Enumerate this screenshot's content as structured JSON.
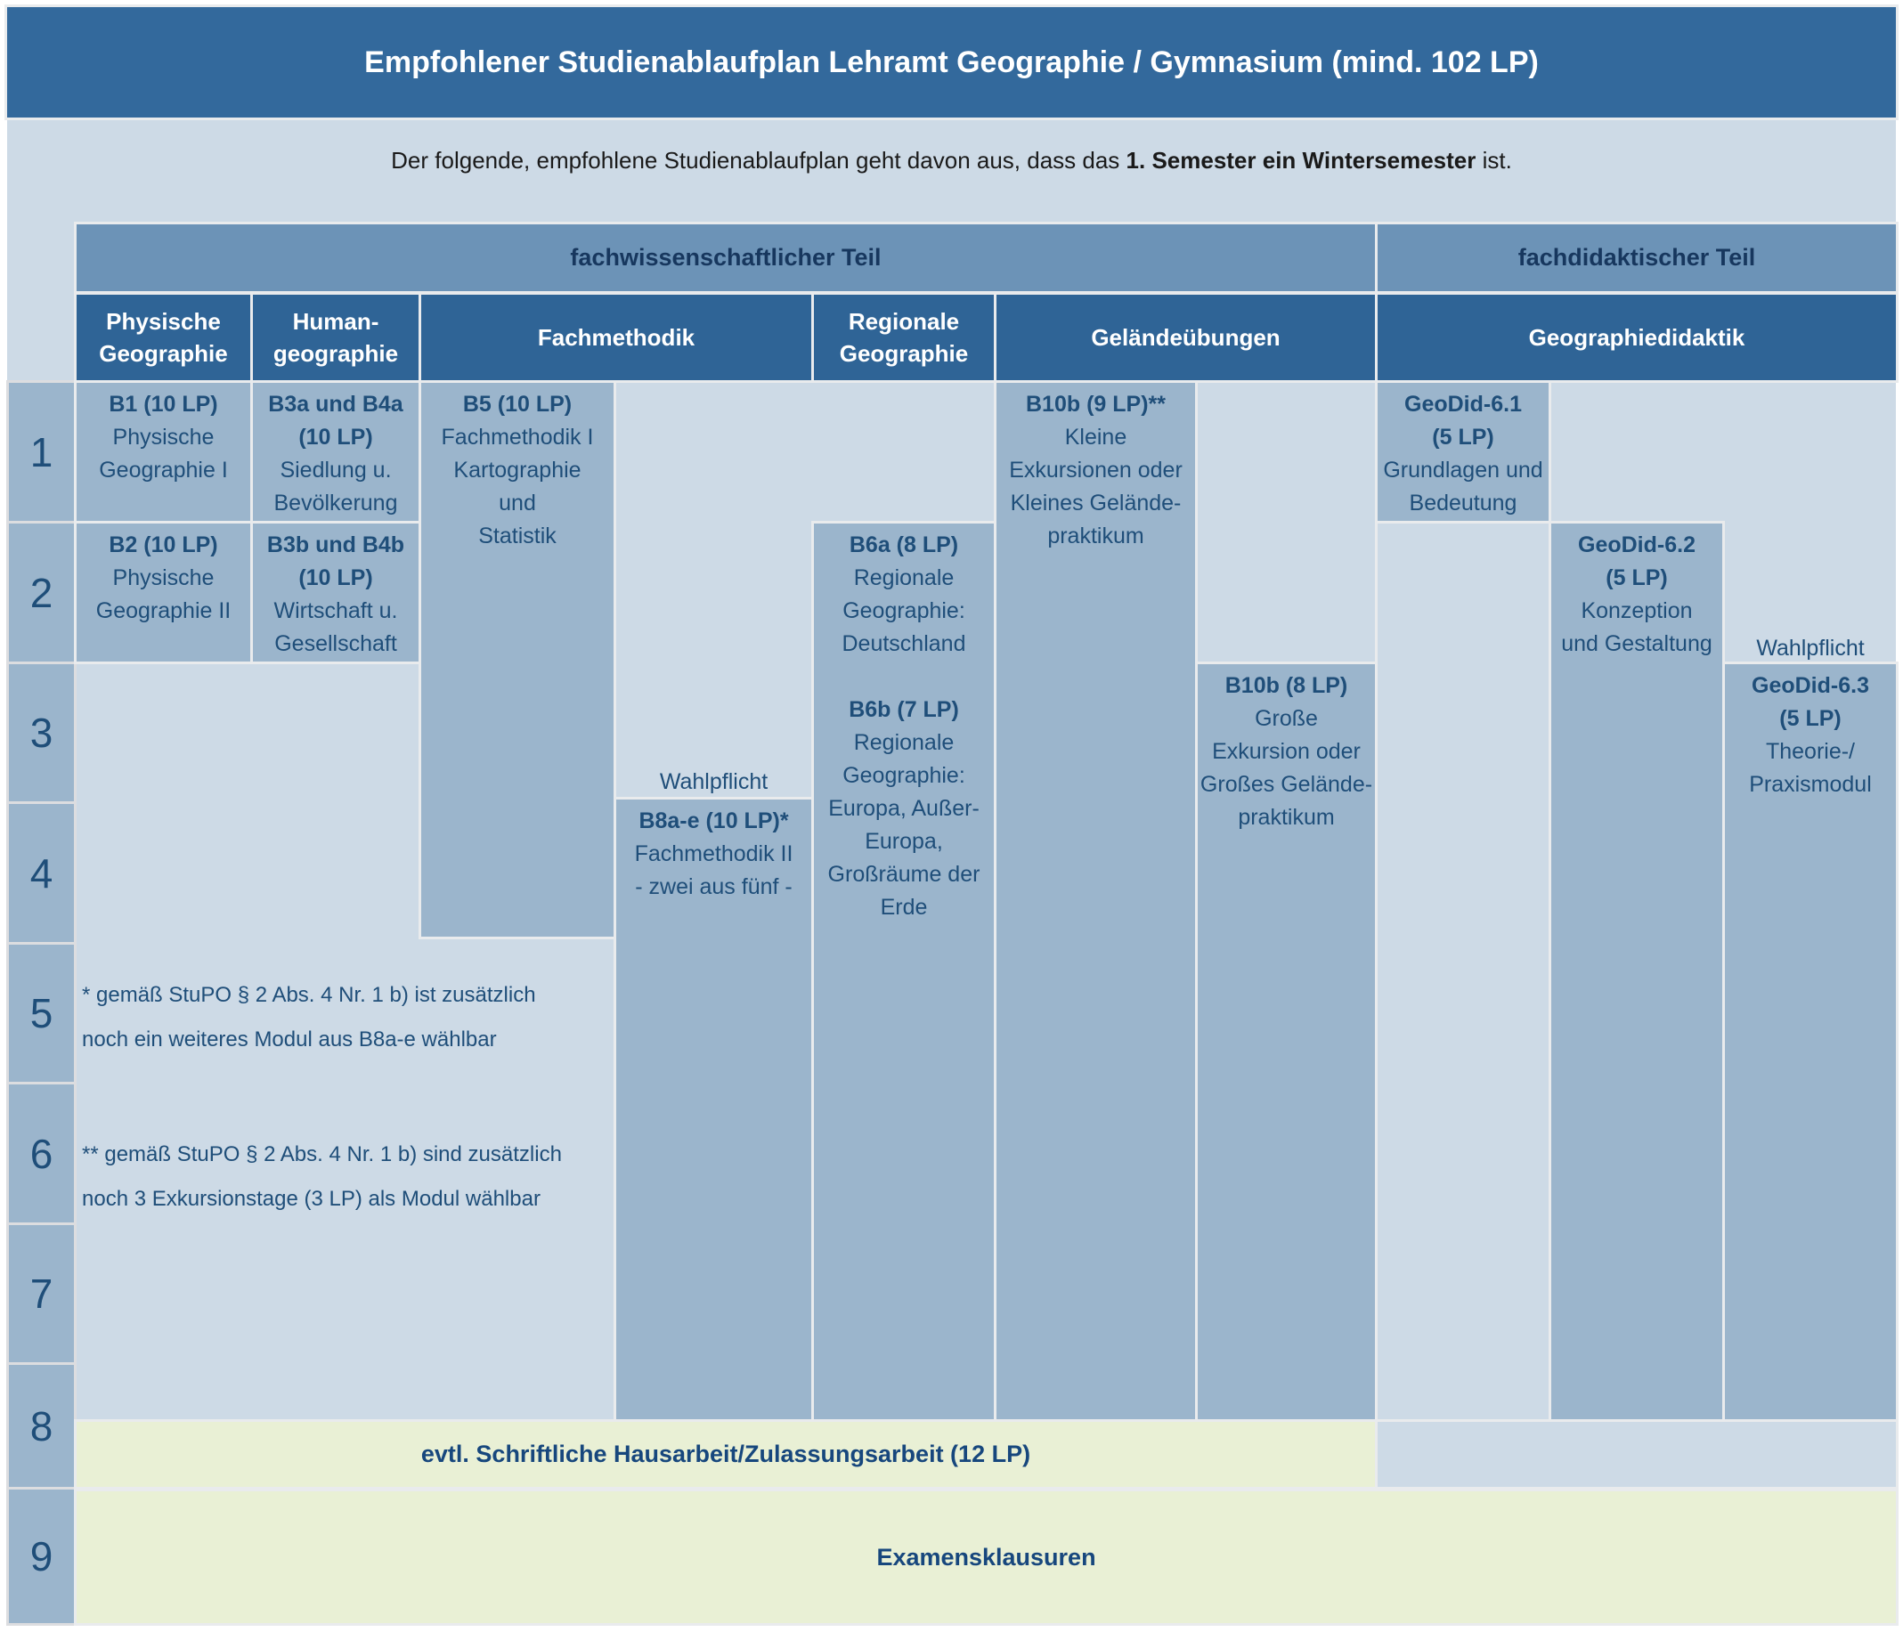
{
  "title": "Empfohlener Studienablaufplan Lehramt Geographie / Gymnasium (mind. 102 LP)",
  "subtitle": {
    "prefix": "Der folgende, empfohlene Studienablaufplan geht davon aus, dass das ",
    "bold": "1. Semester ein Wintersemester",
    "suffix": " ist."
  },
  "sections": {
    "fachwissenschaftlich": "fachwissenschaftlicher Teil",
    "fachdidaktisch": "fachdidaktischer Teil"
  },
  "columns": {
    "physische": "Physische Geographie",
    "physische_l1": "Physische",
    "physische_l2": "Geographie",
    "human_l1": "Human-",
    "human_l2": "geographie",
    "fachmethodik": "Fachmethodik",
    "regionale_l1": "Regionale",
    "regionale_l2": "Geographie",
    "gelaende": "Geländeübungen",
    "geodidaktik": "Geographiedidaktik"
  },
  "semesters": [
    "1",
    "2",
    "3",
    "4",
    "5",
    "6",
    "7",
    "8",
    "9"
  ],
  "modules": {
    "b1": {
      "lines": [
        "B1 (10 LP)",
        "Physische",
        "Geographie I"
      ]
    },
    "b2": {
      "lines": [
        "B2 (10 LP)",
        "Physische",
        "Geographie II"
      ]
    },
    "b3a": {
      "lines": [
        "B3a und B4a",
        "(10 LP)",
        "Siedlung u.",
        "Bevölkerung"
      ]
    },
    "b3b": {
      "lines": [
        "B3b und B4b",
        "(10 LP)",
        "Wirtschaft u.",
        "Gesellschaft"
      ]
    },
    "b5": {
      "lines": [
        "B5 (10 LP)",
        "Fachmethodik I",
        "Kartographie",
        "und",
        "Statistik"
      ]
    },
    "b8ae": {
      "lines": [
        "B8a-e (10 LP)*",
        "Fachmethodik II",
        "- zwei aus fünf -"
      ]
    },
    "b6a": {
      "lines": [
        "B6a (8 LP)",
        "Regionale",
        "Geographie:",
        "Deutschland"
      ]
    },
    "b6b": {
      "lines": [
        "B6b (7 LP)",
        "Regionale",
        "Geographie:",
        "Europa, Außer-",
        "Europa,",
        "Großräume der",
        "Erde"
      ]
    },
    "b10b9": {
      "lines": [
        "B10b (9 LP)**",
        "Kleine",
        "Exkursionen oder",
        "Kleines Gelände-",
        "praktikum"
      ]
    },
    "b10b8": {
      "lines": [
        "B10b (8 LP)",
        "Große",
        "Exkursion oder",
        "Großes Gelände-",
        "praktikum"
      ]
    },
    "gd61": {
      "lines": [
        "GeoDid-6.1",
        "(5 LP)",
        "Grundlagen und",
        "Bedeutung"
      ]
    },
    "gd62": {
      "lines": [
        "GeoDid-6.2",
        "(5 LP)",
        "Konzeption",
        "und Gestaltung"
      ]
    },
    "gd63": {
      "lines": [
        "GeoDid-6.3",
        "(5 LP)",
        "Theorie-/",
        "Praxismodul"
      ]
    }
  },
  "labels": {
    "wahlpflicht_left": "Wahlpflicht",
    "wahlpflicht_right": "Wahlpflicht"
  },
  "footnotes": {
    "fn1_line1": "* gemäß  StuPO § 2 Abs. 4 Nr. 1 b) ist zusätzlich",
    "fn1_line2": "noch ein weiteres Modul aus B8a-e wählbar",
    "fn2_line1": "** gemäß StuPO § 2 Abs. 4 Nr. 1 b) sind zusätzlich",
    "fn2_line2": "noch 3 Exkursionstage (3 LP) als Modul wählbar"
  },
  "bottom": {
    "hausarbeit": "evtl. Schriftliche Hausarbeit/Zulassungsarbeit (12 LP)",
    "examen": "Examensklausuren"
  },
  "colors": {
    "title_bar": "#33699C",
    "column_header": "#2F6496",
    "section_band": "#6C93B7",
    "section_band_text": "#17375E",
    "module_block": "#9BB5CC",
    "module_text": "#1F4E79",
    "light_background": "#CDDAE6",
    "green_bar": "#E9F0D5",
    "grid_gap": "#E9EBED"
  }
}
